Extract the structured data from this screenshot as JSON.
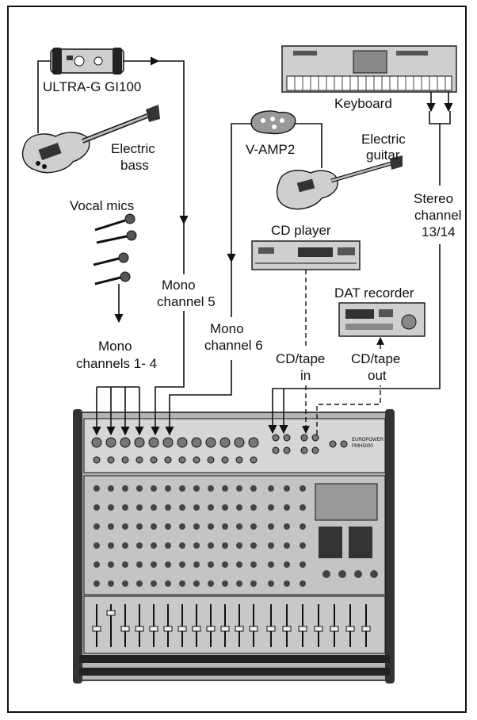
{
  "labels": {
    "ultra_g": "ULTRA-G GI100",
    "electric_bass_l1": "Electric",
    "electric_bass_l2": "bass",
    "vocal_mics": "Vocal mics",
    "mono_ch14_l1": "Mono",
    "mono_ch14_l2": "channels 1- 4",
    "mono_ch5_l1": "Mono",
    "mono_ch5_l2": "channel 5",
    "mono_ch6_l1": "Mono",
    "mono_ch6_l2": "channel 6",
    "keyboard": "Keyboard",
    "v_amp2": "V-AMP2",
    "electric_guitar_l1": "Electric",
    "electric_guitar_l2": "guitar",
    "stereo_l1": "Stereo",
    "stereo_l2": "channel",
    "stereo_l3": "13/14",
    "cd_player": "CD player",
    "dat_recorder": "DAT recorder",
    "cd_tape_in_l1": "CD/tape",
    "cd_tape_in_l2": "in",
    "cd_tape_out_l1": "CD/tape",
    "cd_tape_out_l2": "out"
  },
  "mixer": {
    "brand": "EUROPOWER",
    "model": "PMH5000"
  },
  "colors": {
    "line": "#111111",
    "device_gray": "#c9c9c9",
    "mixer_gray": "#b9b9b9",
    "dark": "#2a2a2a"
  }
}
